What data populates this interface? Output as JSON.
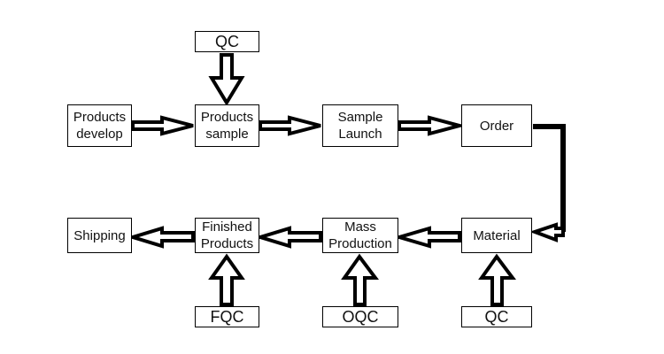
{
  "diagram": {
    "title": "",
    "nodes": [
      {
        "id": "qc_top",
        "label": "QC"
      },
      {
        "id": "products_develop",
        "label": "Products\ndevelop"
      },
      {
        "id": "products_sample",
        "label": "Products\nsample"
      },
      {
        "id": "sample_launch",
        "label": "Sample\nLaunch"
      },
      {
        "id": "order",
        "label": "Order"
      },
      {
        "id": "shipping",
        "label": "Shipping"
      },
      {
        "id": "finished_products",
        "label": "Finished\nProducts"
      },
      {
        "id": "mass_production",
        "label": "Mass\nProduction"
      },
      {
        "id": "material",
        "label": "Material"
      },
      {
        "id": "fqc",
        "label": "FQC"
      },
      {
        "id": "oqc",
        "label": "OQC"
      },
      {
        "id": "qc_bottom",
        "label": "QC"
      }
    ],
    "edges": [
      {
        "from": "qc_top",
        "to": "products_sample"
      },
      {
        "from": "products_develop",
        "to": "products_sample"
      },
      {
        "from": "products_sample",
        "to": "sample_launch"
      },
      {
        "from": "sample_launch",
        "to": "order"
      },
      {
        "from": "order",
        "to": "material"
      },
      {
        "from": "material",
        "to": "mass_production"
      },
      {
        "from": "mass_production",
        "to": "finished_products"
      },
      {
        "from": "finished_products",
        "to": "shipping"
      },
      {
        "from": "fqc",
        "to": "finished_products"
      },
      {
        "from": "oqc",
        "to": "mass_production"
      },
      {
        "from": "qc_bottom",
        "to": "material"
      }
    ]
  }
}
